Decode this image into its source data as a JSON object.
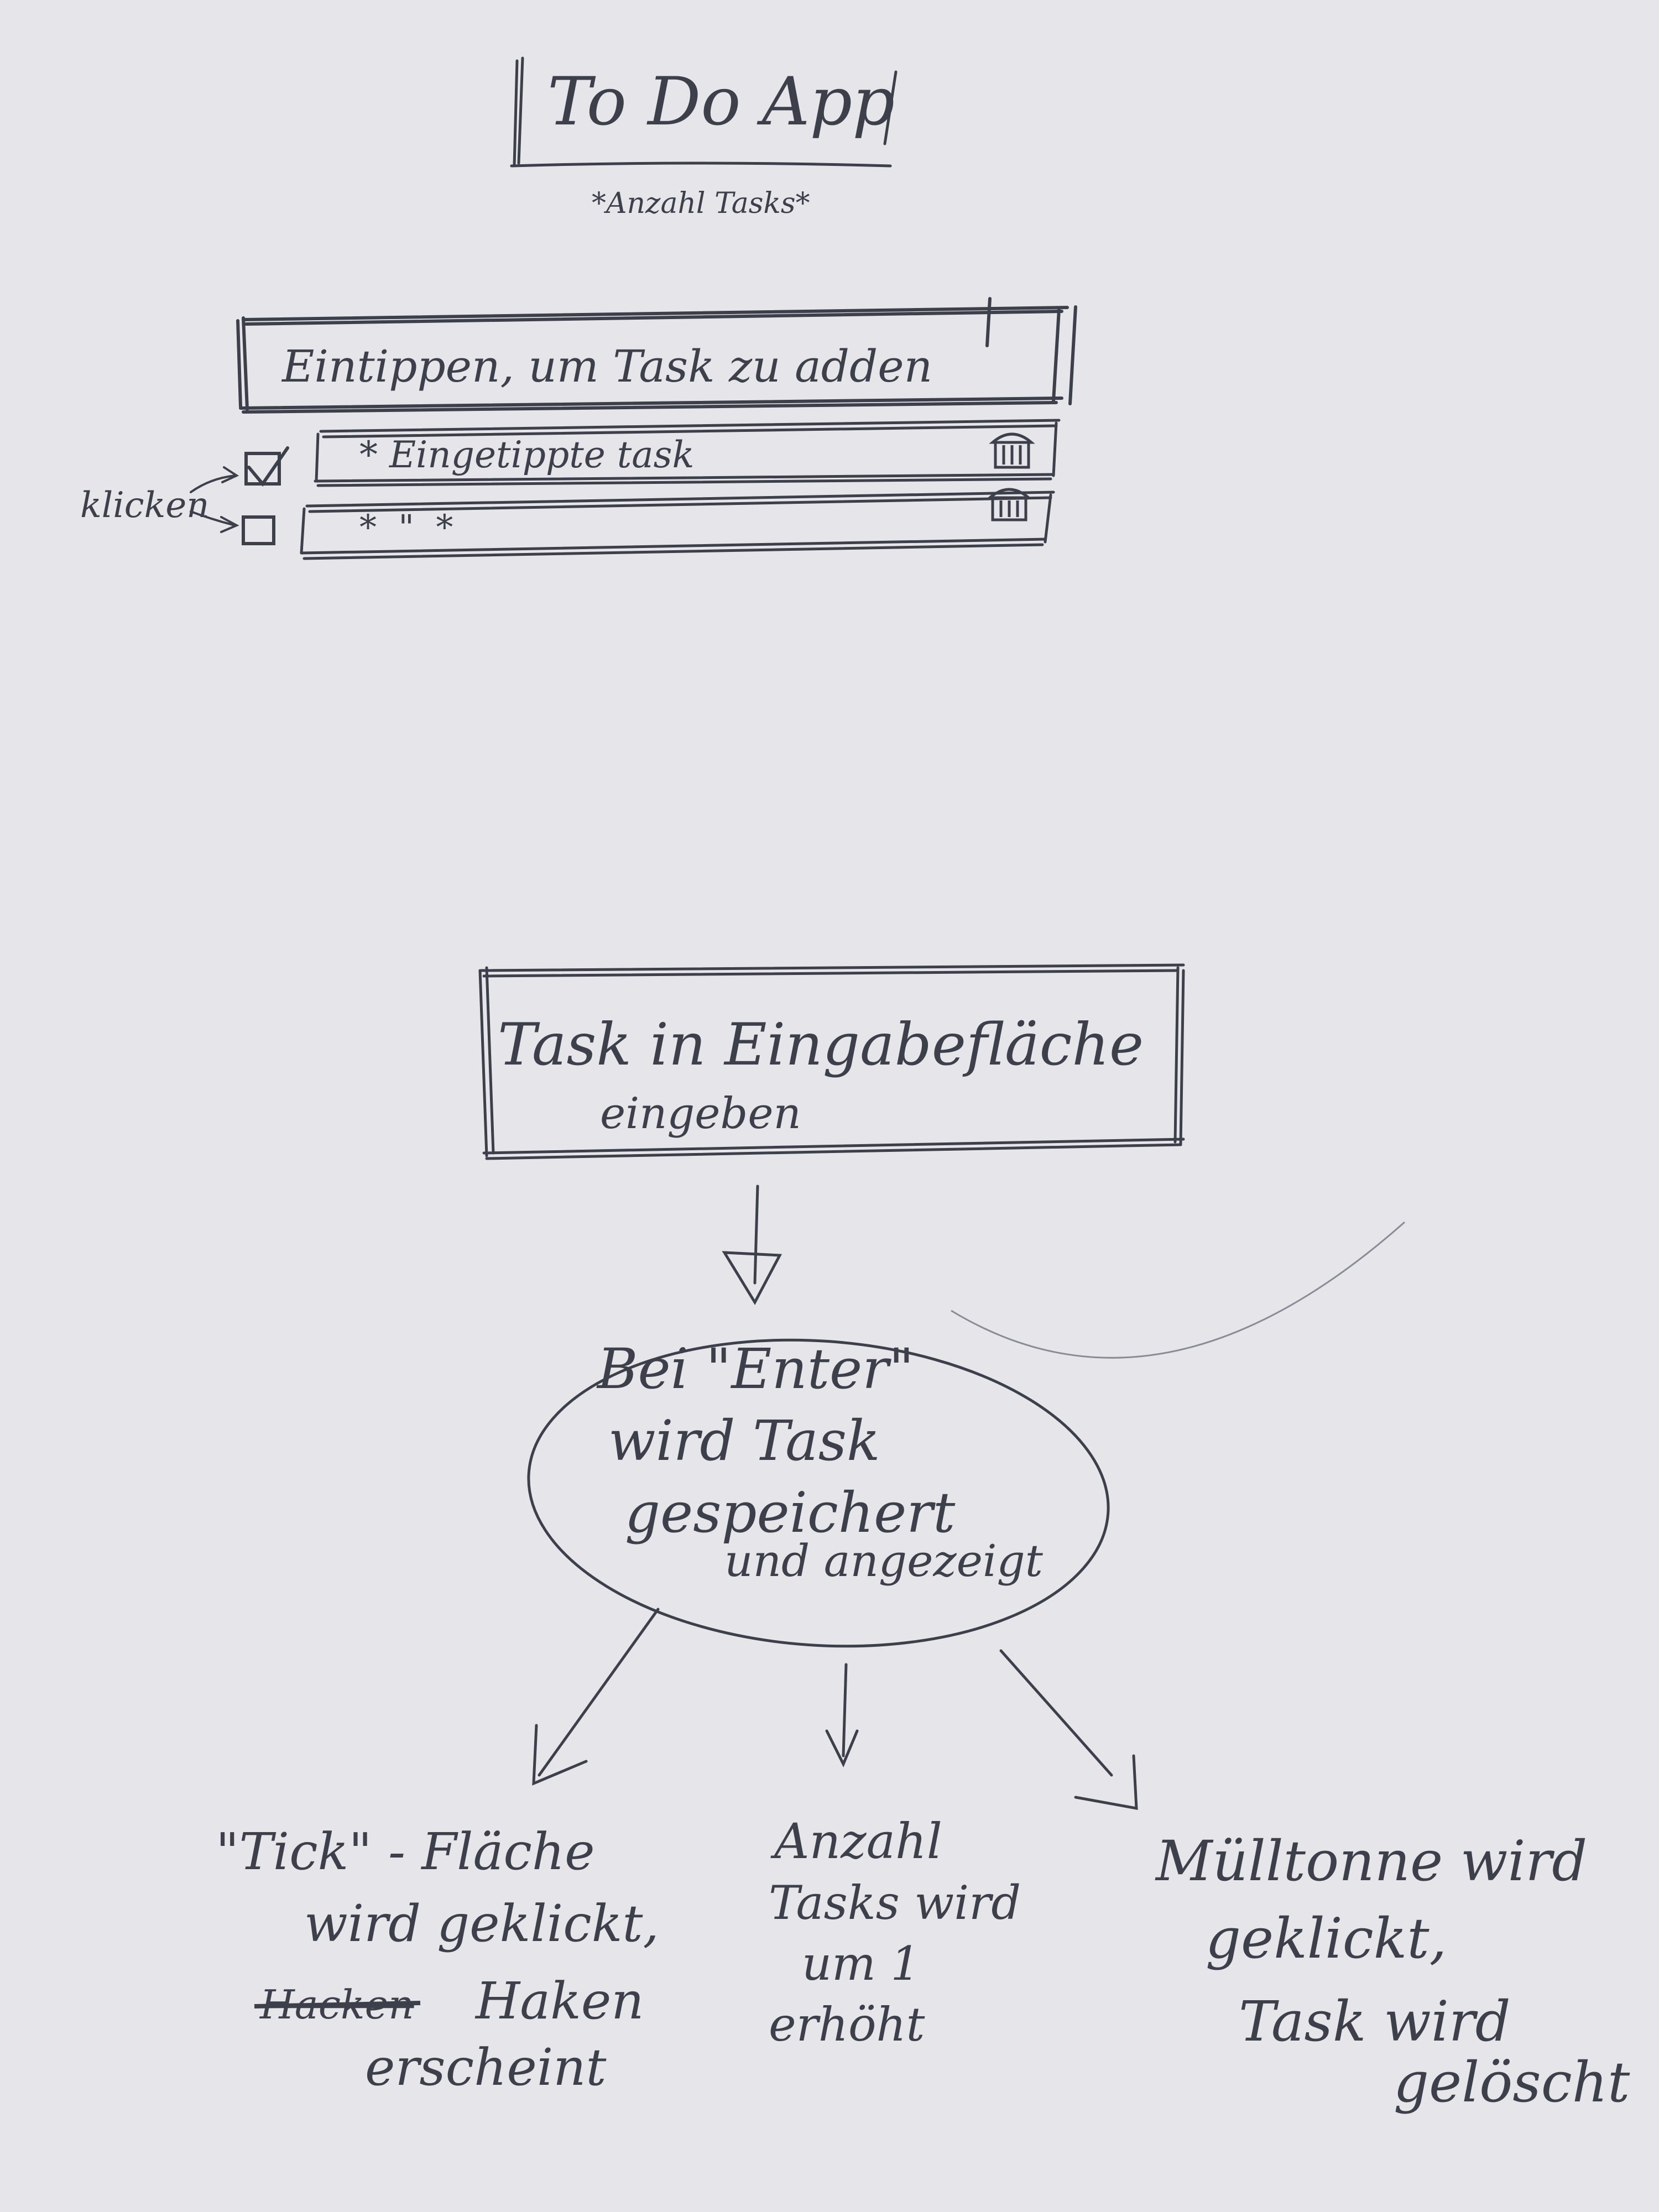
{
  "mockup": {
    "app_title": "To Do App",
    "task_count_note": "*Anzahl Tasks*",
    "input_placeholder": "Eintippen, um Task zu adden",
    "tasks": [
      {
        "text": "* Eingetippte task",
        "checked": true
      },
      {
        "text": "*  \"  *",
        "checked": false
      }
    ],
    "click_label": "klicken"
  },
  "flow": {
    "step_input": [
      "Task in Eingabefläche",
      "eingeben"
    ],
    "step_enter": [
      "Bei \"Enter\"",
      "wird Task",
      "gespeichert",
      "und angezeigt"
    ],
    "outcome_tick": {
      "lines": [
        "\"Tick\" - Fläche",
        "wird geklickt,",
        "Haken",
        "erscheint"
      ],
      "struck": "Hacken"
    },
    "outcome_count": {
      "lines": [
        "Anzahl",
        "Tasks wird",
        "um 1",
        "erhöht"
      ]
    },
    "outcome_trash": {
      "lines": [
        "Mülltonne wird",
        "geklickt,",
        "Task wird",
        "gelöscht"
      ]
    }
  },
  "colors": {
    "paper": "#e6e6ea",
    "pencil": "#3d404b"
  }
}
